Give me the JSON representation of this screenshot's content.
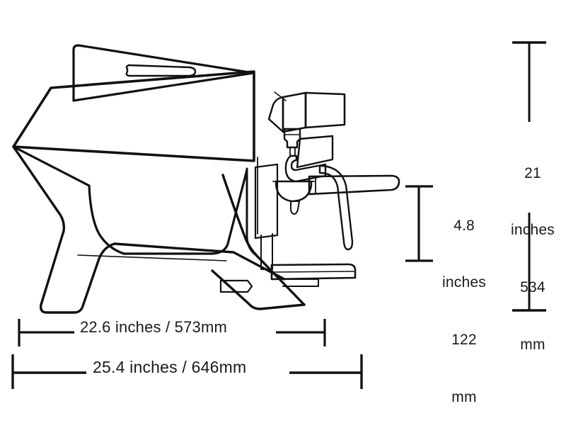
{
  "document": {
    "type": "technical-dimension-drawing",
    "subject": "espresso machine side elevation",
    "background_color": "#ffffff",
    "line_color": "#111111"
  },
  "dimensions": {
    "width_inner": {
      "name": "body-width",
      "text": "22.6 inches / 573mm",
      "inches": 22.6,
      "millimeters": 573,
      "orientation": "horizontal"
    },
    "width_outer": {
      "name": "overall-width",
      "text": "25.4 inches / 646mm",
      "inches": 25.4,
      "millimeters": 646,
      "orientation": "horizontal"
    },
    "height_group": {
      "name": "group-head-clearance",
      "value_inches": "4.8",
      "unit_inches": "inches",
      "value_mm": "122",
      "unit_mm": "mm",
      "orientation": "vertical"
    },
    "height_total": {
      "name": "overall-height",
      "value_inches": "21",
      "unit_inches": "inches",
      "value_mm": "534",
      "unit_mm": "mm",
      "orientation": "vertical"
    }
  },
  "machine_parts": [
    "cup-warming-tray",
    "top-panel-slot",
    "front-body-panel",
    "side-leg",
    "rear-leg",
    "group-head",
    "portafilter",
    "portafilter-handle",
    "steam-wand",
    "steam-valve-knob",
    "drip-tray",
    "drip-tray-tab"
  ]
}
